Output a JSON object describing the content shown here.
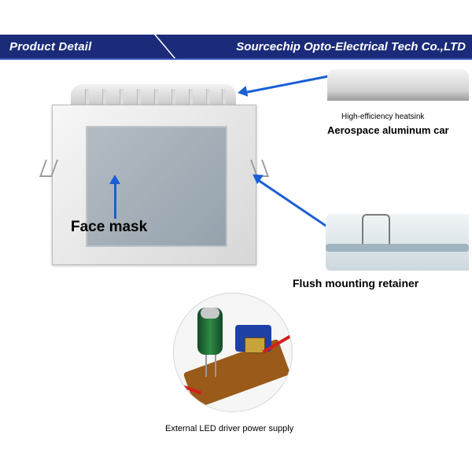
{
  "header": {
    "left_title": "Product Detail",
    "right_title": "Sourcechip Opto-Electrical Tech Co.,LTD"
  },
  "labels": {
    "face_mask": "Face mask",
    "heatsink_small": "High-efficiency heatsink",
    "heatsink_bold": "Aerospace aluminum car",
    "retainer": "Flush mounting retainer",
    "driver": "External LED driver power supply"
  },
  "colors": {
    "banner": "#1b2b7a",
    "arrow": "#1b5fd6"
  }
}
